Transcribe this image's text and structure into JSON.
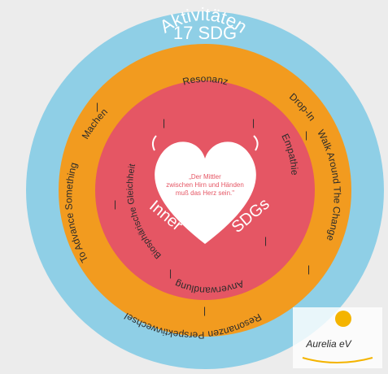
{
  "outer": {
    "label": "17 SDG"
  },
  "orange": {
    "title": "Aktivitäten",
    "top_right": "Drop-In",
    "right": "Walk Around The Change",
    "bottom": "Resonanzen",
    "bottom_left": "Perspektivwechsel",
    "left": "To Advance Something",
    "top_left": "Machen",
    "separator": "|"
  },
  "red": {
    "top": "Resonanz",
    "right": "Empathie",
    "bottom": "Anverwandlung",
    "left": "Biosphärische Gleichheit",
    "inner_left": "Inner",
    "inner_right": "SDGs"
  },
  "heart": {
    "quote_line1": "„Der Mittler",
    "quote_line2": "zwischen Hirn und Händen",
    "quote_line3": "muß das Herz sein.\""
  },
  "logo": {
    "text": "Aurelia eV"
  },
  "colors": {
    "background": "#ececec",
    "outer_ring": "#8fcfe6",
    "orange_ring": "#f29b1f",
    "red_disc": "#e55664",
    "heart": "#ffffff",
    "logo_sun": "#f4b400"
  }
}
